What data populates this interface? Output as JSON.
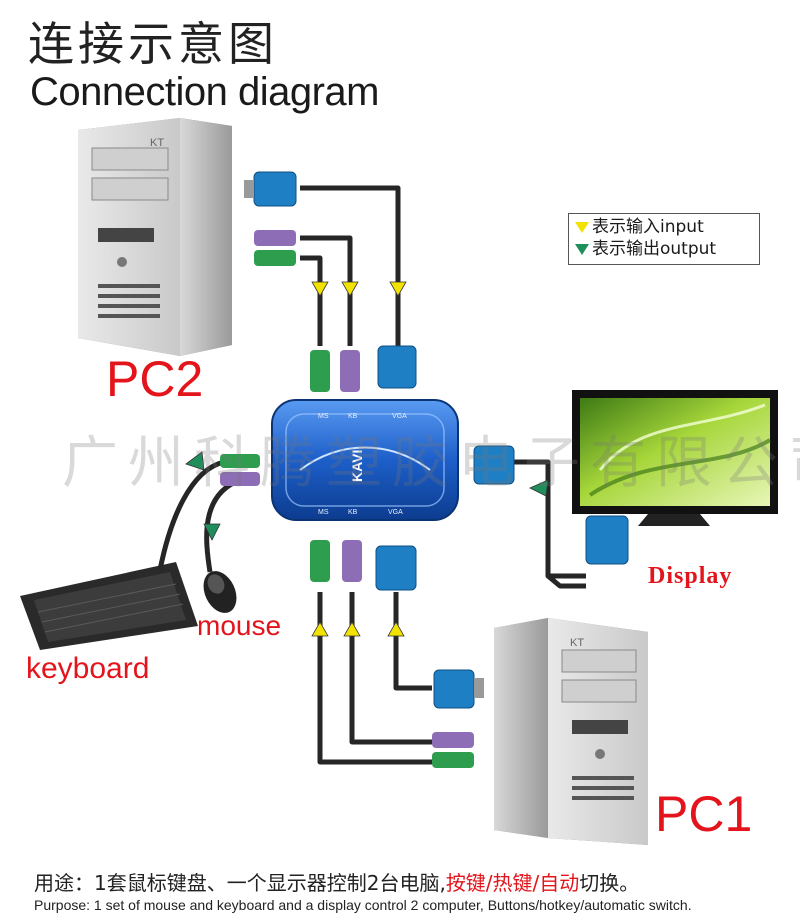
{
  "title": {
    "chinese": "连接示意图",
    "english": "Connection diagram"
  },
  "legend": {
    "input": "表示输入input",
    "output": "表示输出output",
    "input_color": "#f2e200",
    "output_color": "#1e8e5a"
  },
  "labels": {
    "pc2": "PC2",
    "pc1": "PC1",
    "mouse": "mouse",
    "keyboard": "keyboard",
    "display": "Display",
    "pc_case_mark": "KT"
  },
  "device": {
    "brand": "KAVI",
    "port_labels": [
      "MS",
      "KB",
      "VGA",
      "VGA",
      "KB",
      "MS"
    ]
  },
  "watermark": "广州科腾塑胶电子有限公司",
  "purpose": {
    "chinese_prefix": "用途：1套鼠标键盘、一个显示器控制2台电脑,",
    "chinese_highlight": "按键/热键/自动",
    "chinese_suffix": "切换。",
    "english": "Purpose: 1 set of mouse and keyboard and a display control 2 computer, Buttons/hotkey/automatic switch."
  },
  "colors": {
    "label_red": "#e3141b",
    "vga_blue": "#1f7fc4",
    "ps2_purple": "#8d6db5",
    "ps2_green": "#2e9e4e",
    "switch_blue": "#1d5fc9"
  }
}
